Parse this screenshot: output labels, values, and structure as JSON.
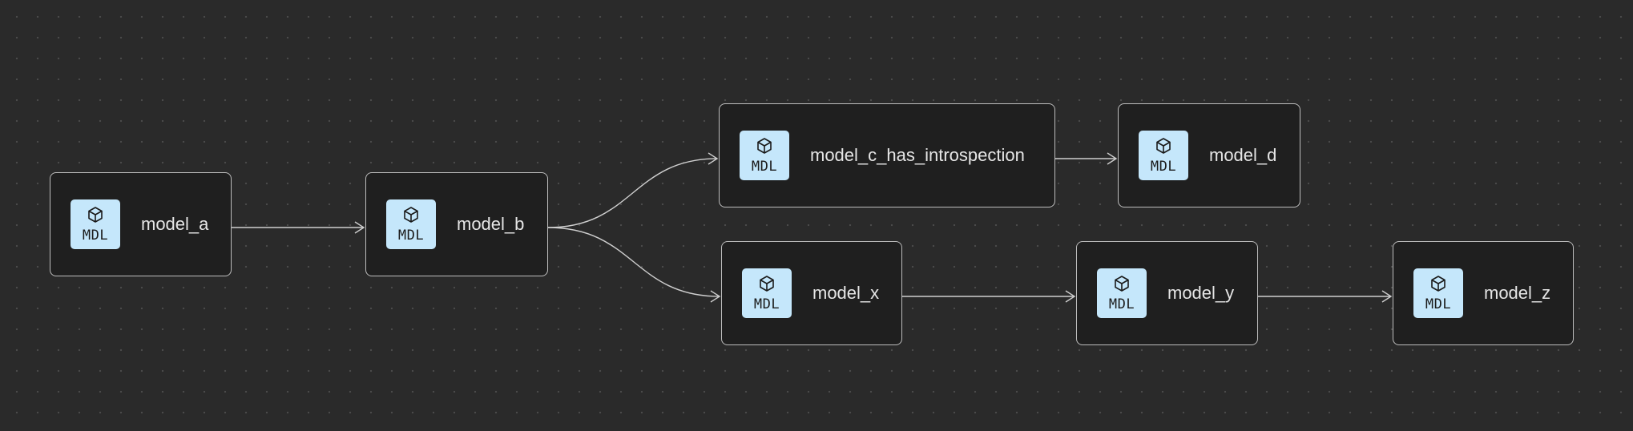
{
  "graph": {
    "badge_text": "MDL",
    "icon": "cube-icon",
    "colors": {
      "background": "#2a2a2a",
      "node_fill": "#1f1f1f",
      "node_border": "#bdbdbd",
      "badge": "#c5e7fb",
      "edge": "#cfcfcf"
    },
    "nodes": [
      {
        "id": "model_a",
        "label": "model_a"
      },
      {
        "id": "model_b",
        "label": "model_b"
      },
      {
        "id": "model_c",
        "label": "model_c_has_introspection"
      },
      {
        "id": "model_d",
        "label": "model_d"
      },
      {
        "id": "model_x",
        "label": "model_x"
      },
      {
        "id": "model_y",
        "label": "model_y"
      },
      {
        "id": "model_z",
        "label": "model_z"
      }
    ],
    "edges": [
      {
        "from": "model_a",
        "to": "model_b"
      },
      {
        "from": "model_b",
        "to": "model_c"
      },
      {
        "from": "model_b",
        "to": "model_x"
      },
      {
        "from": "model_c",
        "to": "model_d"
      },
      {
        "from": "model_x",
        "to": "model_y"
      },
      {
        "from": "model_y",
        "to": "model_z"
      }
    ]
  }
}
